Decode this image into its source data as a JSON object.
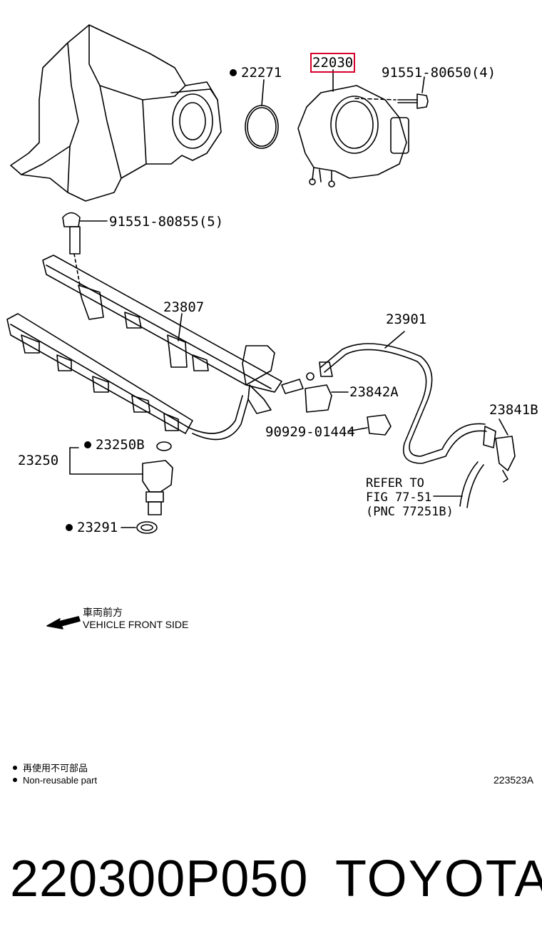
{
  "callouts": {
    "c22271": "22271",
    "c22030": "22030",
    "c91551_80650": "91551-80650(4)",
    "c91551_80855": "91551-80855(5)",
    "c23807": "23807",
    "c23901": "23901",
    "c23842A": "23842A",
    "c23841B": "23841B",
    "c90929": "90929-01444",
    "c23250B": "23250B",
    "c23250": "23250",
    "c23291": "23291"
  },
  "refer": {
    "line1": "REFER TO",
    "line2": "FIG 77-51",
    "line3": "(PNC 77251B)"
  },
  "direction": {
    "jp": "車両前方",
    "en": "VEHICLE FRONT SIDE"
  },
  "legend": {
    "jp": "再使用不可部品",
    "en": "Non-reusable part"
  },
  "figure_id": "223523A",
  "footer": {
    "part_number": "220300P050",
    "brand": "TOYOTA"
  },
  "colors": {
    "highlight": "#d6002a",
    "line": "#000000"
  }
}
